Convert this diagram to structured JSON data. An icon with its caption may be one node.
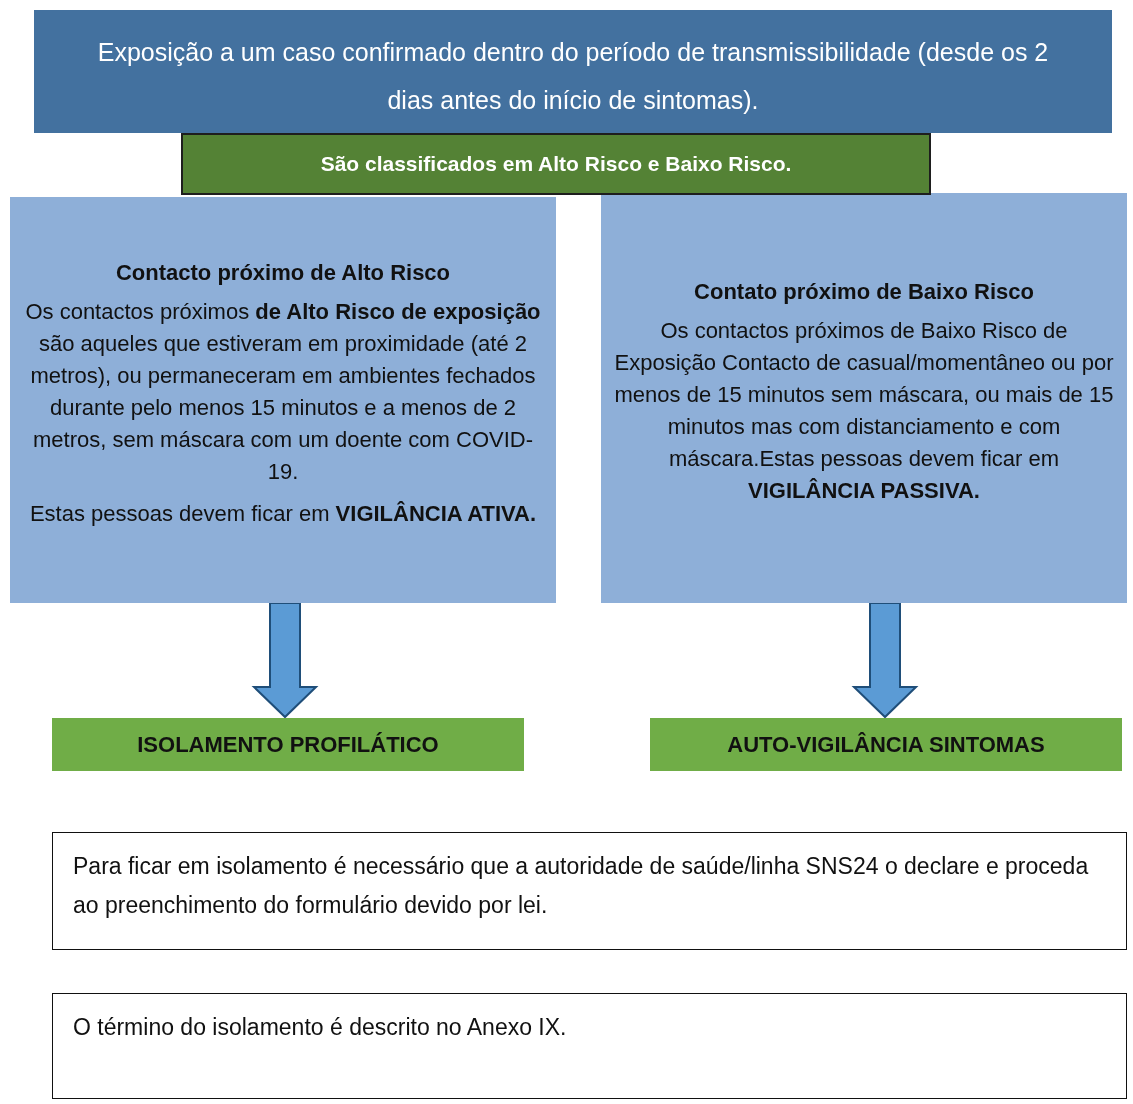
{
  "diagram": {
    "nodes": [
      {
        "text": [
          "Exposição a um caso confirmado dentro do período de transmissibilidade (desde os 2 dias antes do início de sintomas)."
        ]
      },
      {
        "text": [
          "São classificados em Alto Risco e Baixo Risco."
        ]
      },
      {
        "text": [
          "Contacto próximo de Alto Risco",
          "Os contactos próximos **de Alto Risco de exposição** são aqueles que estiveram em proximidade (até 2 metros), ou permaneceram em ambientes fechados durante pelo menos 15 minutos e a menos de 2 metros, sem máscara com um doente com COVID-19.",
          "Estas pessoas devem ficar em **VIGILÂNCIA ATIVA.**"
        ]
      },
      {
        "text": [
          "Contato próximo de Baixo Risco",
          "Os contactos próximos de Baixo Risco de Exposição Contacto de casual/momentâneo ou por menos de 15 minutos sem máscara, ou mais de 15 minutos mas com distanciamento e com máscara.Estas pessoas devem ficar em **VIGILÂNCIA PASSIVA.**"
        ]
      },
      {
        "text": [
          "ISOLAMENTO PROFILÁTICO"
        ]
      },
      {
        "text": [
          "AUTO-VIGILÂNCIA SINTOMAS"
        ]
      },
      {
        "text": [
          "Para ficar em isolamento é necessário que a autoridade de saúde/linha SNS24 o declare e proceda ao preenchimento do formulário devido por lei."
        ]
      },
      {
        "text": [
          "O término do isolamento é descrito no Anexo IX."
        ]
      }
    ],
    "edges": [
      {
        "from": 2,
        "to": 4,
        "arrow": "to"
      },
      {
        "from": 3,
        "to": 5,
        "arrow": "to"
      }
    ]
  }
}
